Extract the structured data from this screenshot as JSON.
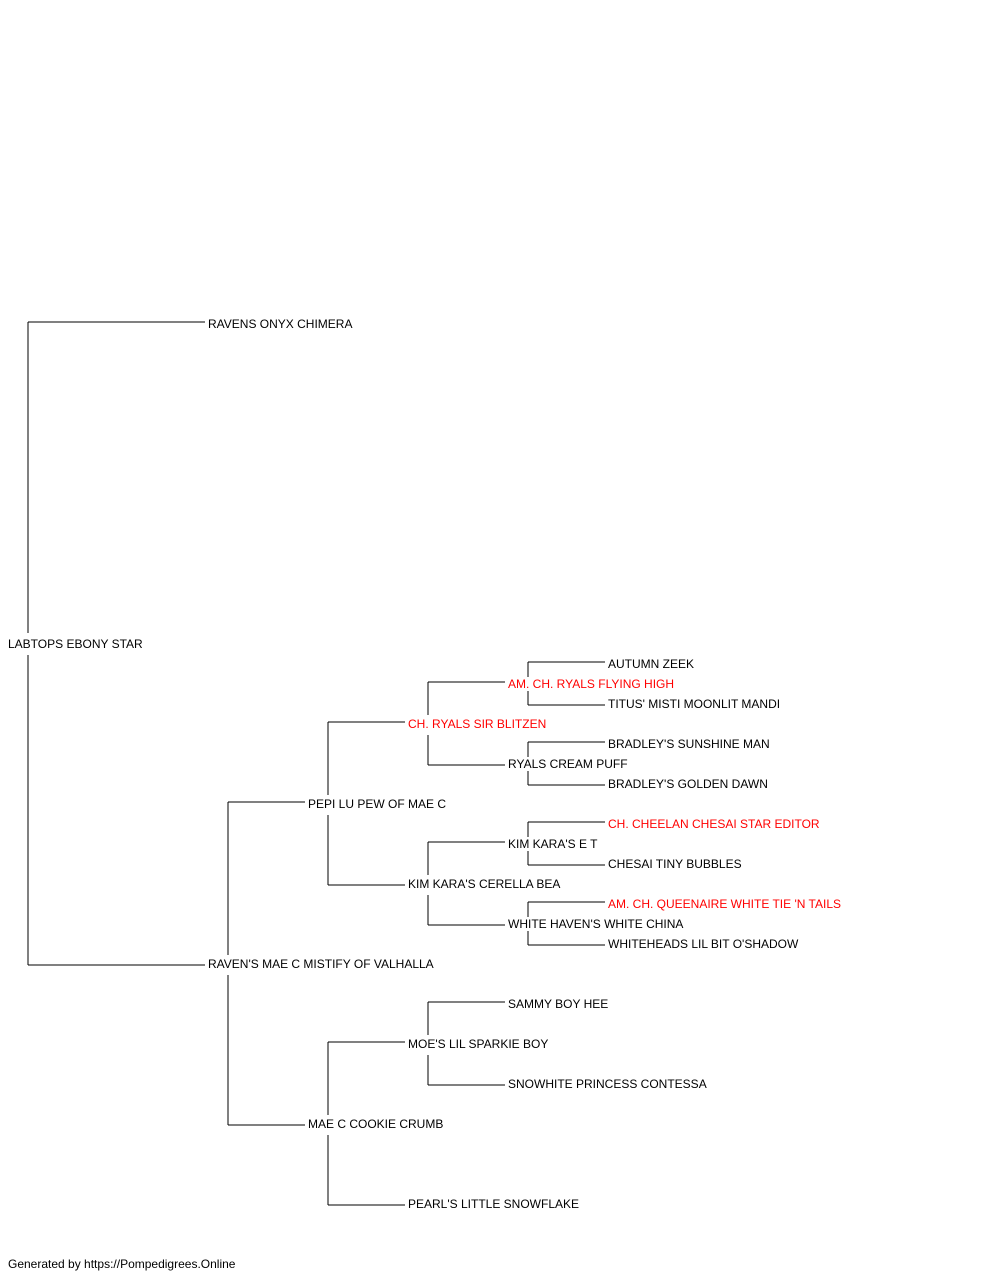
{
  "colors": {
    "normal_text": "#000000",
    "champion_text": "#ff0000",
    "line": "#000000"
  },
  "subject": {
    "name": "LABTOPS EBONY STAR"
  },
  "sire": {
    "name": "RAVENS ONYX CHIMERA"
  },
  "dam": {
    "name": "RAVEN'S MAE C MISTIFY OF VALHALLA"
  },
  "dam_sire": {
    "name": "PEPI LU PEW OF MAE C"
  },
  "dam_dam": {
    "name": "MAE C COOKIE CRUMB"
  },
  "dam_sire_sire": {
    "name": "CH. RYALS SIR BLITZEN",
    "champion": true
  },
  "dam_sire_dam": {
    "name": "KIM KARA'S CERELLA BEA"
  },
  "dam_dam_sire": {
    "name": "MOE'S LIL SPARKIE BOY"
  },
  "dam_dam_dam": {
    "name": "PEARL'S LITTLE SNOWFLAKE"
  },
  "dss_sire": {
    "name": "AM. CH. RYALS FLYING HIGH",
    "champion": true
  },
  "dss_dam": {
    "name": "RYALS CREAM PUFF"
  },
  "dsd_sire": {
    "name": "KIM KARA'S E T"
  },
  "dsd_dam": {
    "name": "WHITE HAVEN'S WHITE CHINA"
  },
  "dds_sire": {
    "name": "SAMMY BOY HEE"
  },
  "dds_dam": {
    "name": "SNOWHITE PRINCESS CONTESSA"
  },
  "dsss_sire": {
    "name": "AUTUMN ZEEK"
  },
  "dsss_dam": {
    "name": "TITUS' MISTI MOONLIT MANDI"
  },
  "dssd_sire": {
    "name": "BRADLEY'S SUNSHINE MAN"
  },
  "dssd_dam": {
    "name": "BRADLEY'S GOLDEN DAWN"
  },
  "dsds_sire": {
    "name": "CH. CHEELAN CHESAI STAR EDITOR",
    "champion": true
  },
  "dsds_dam": {
    "name": "CHESAI TINY BUBBLES"
  },
  "dsdd_sire": {
    "name": "AM. CH. QUEENAIRE WHITE TIE 'N TAILS",
    "champion": true
  },
  "dsdd_dam": {
    "name": "WHITEHEADS LIL BIT O'SHADOW"
  },
  "footer": {
    "text": "Generated by https://Pompedigrees.Online"
  }
}
